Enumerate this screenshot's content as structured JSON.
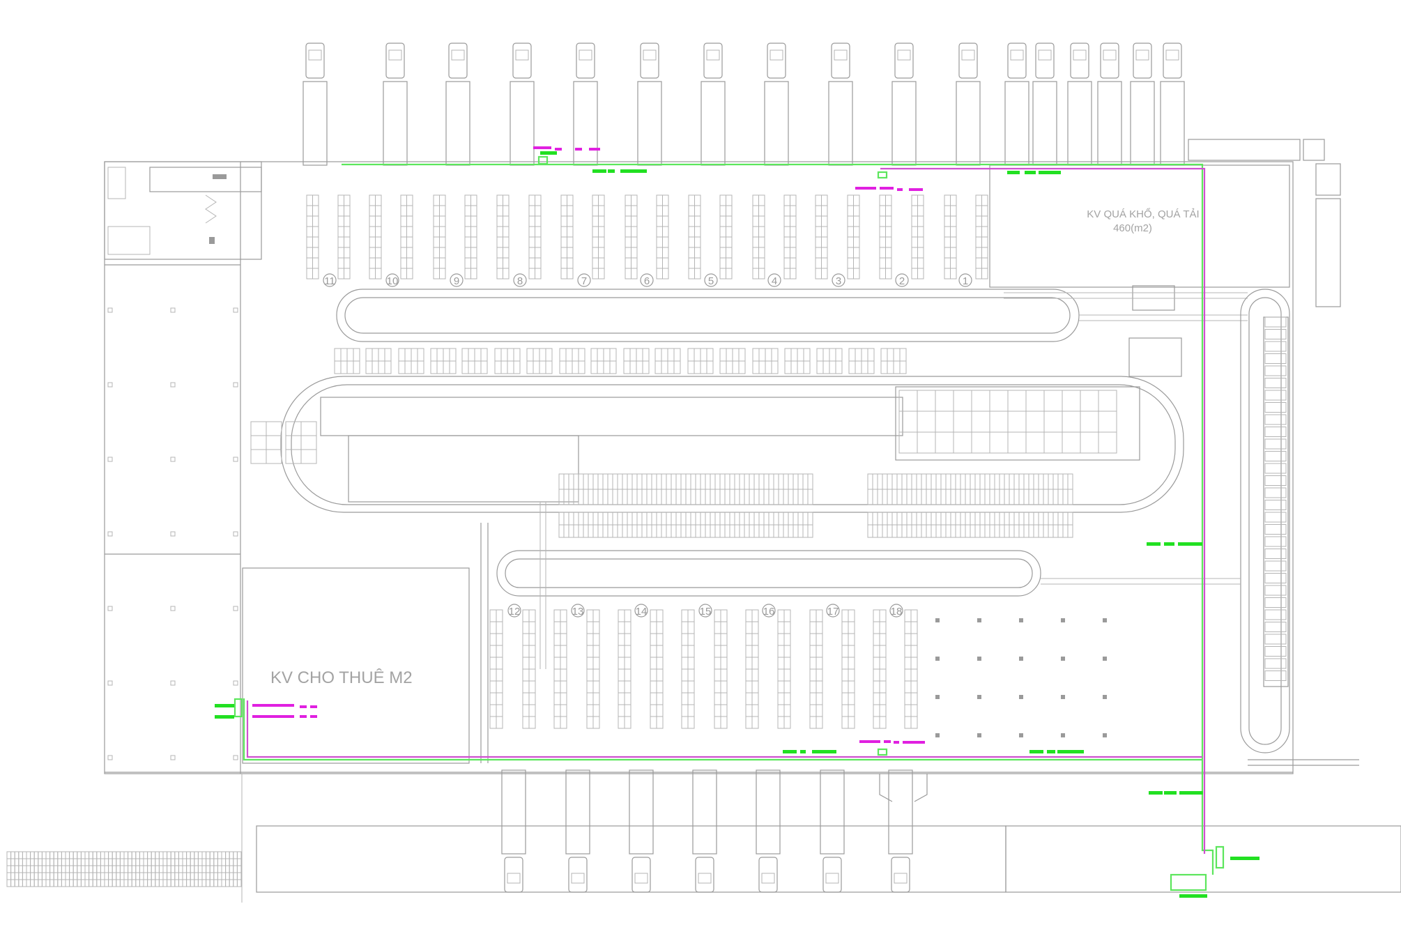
{
  "zones": {
    "overload": {
      "title": "KV QUÁ KHỔ, QUÁ TẢI",
      "area": "460(m2)"
    },
    "rental": {
      "title": "KV CHO THUÊ M2"
    }
  },
  "bays_top": [
    "11",
    "10",
    "9",
    "8",
    "7",
    "6",
    "5",
    "4",
    "3",
    "2",
    "1"
  ],
  "bays_bottom": [
    "12",
    "13",
    "14",
    "15",
    "16",
    "17",
    "18"
  ],
  "colors": {
    "line": "#9a9a9a",
    "cable_green": "#22e022",
    "cable_magenta": "#e020e0"
  }
}
